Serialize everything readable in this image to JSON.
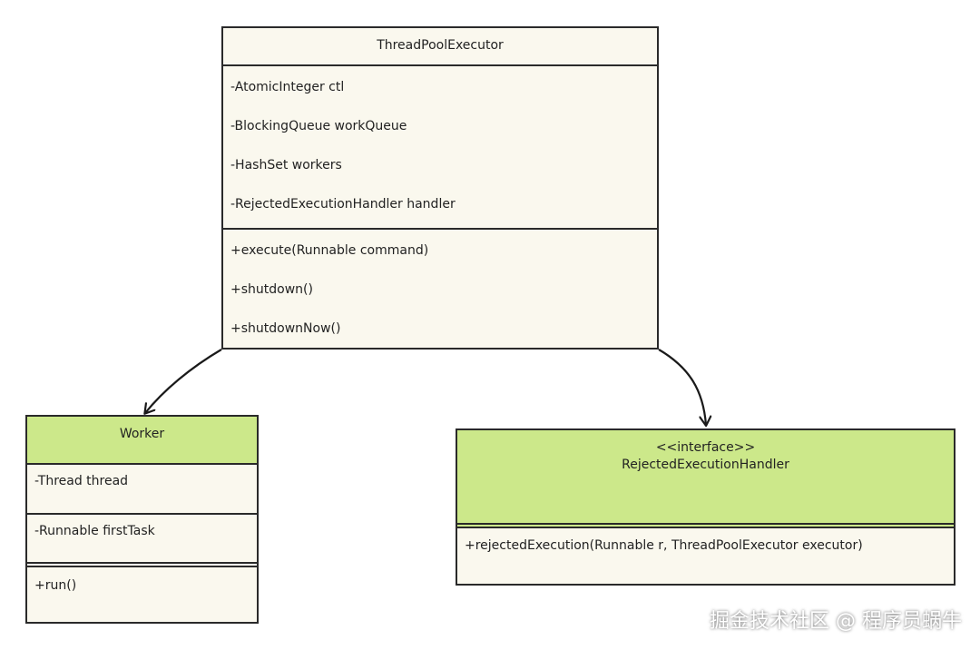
{
  "thread_pool_executor": {
    "name": "ThreadPoolExecutor",
    "fields": [
      "-AtomicInteger ctl",
      "-BlockingQueue workQueue",
      "-HashSet workers",
      "-RejectedExecutionHandler handler"
    ],
    "methods": [
      "+execute(Runnable command)",
      "+shutdown()",
      "+shutdownNow()"
    ]
  },
  "worker": {
    "name": "Worker",
    "fields": [
      "-Thread thread",
      "-Runnable firstTask"
    ],
    "methods": [
      "+run()"
    ]
  },
  "rejected_handler": {
    "stereotype": "<<interface>>",
    "name": "RejectedExecutionHandler",
    "methods": [
      "+rejectedExecution(Runnable r, ThreadPoolExecutor executor)"
    ]
  },
  "watermark": "掘金技术社区 @ 程序员蜗牛",
  "colors": {
    "class_fill": "#faf8ee",
    "header_green": "#cce88a",
    "outline": "#2a2a2a"
  }
}
